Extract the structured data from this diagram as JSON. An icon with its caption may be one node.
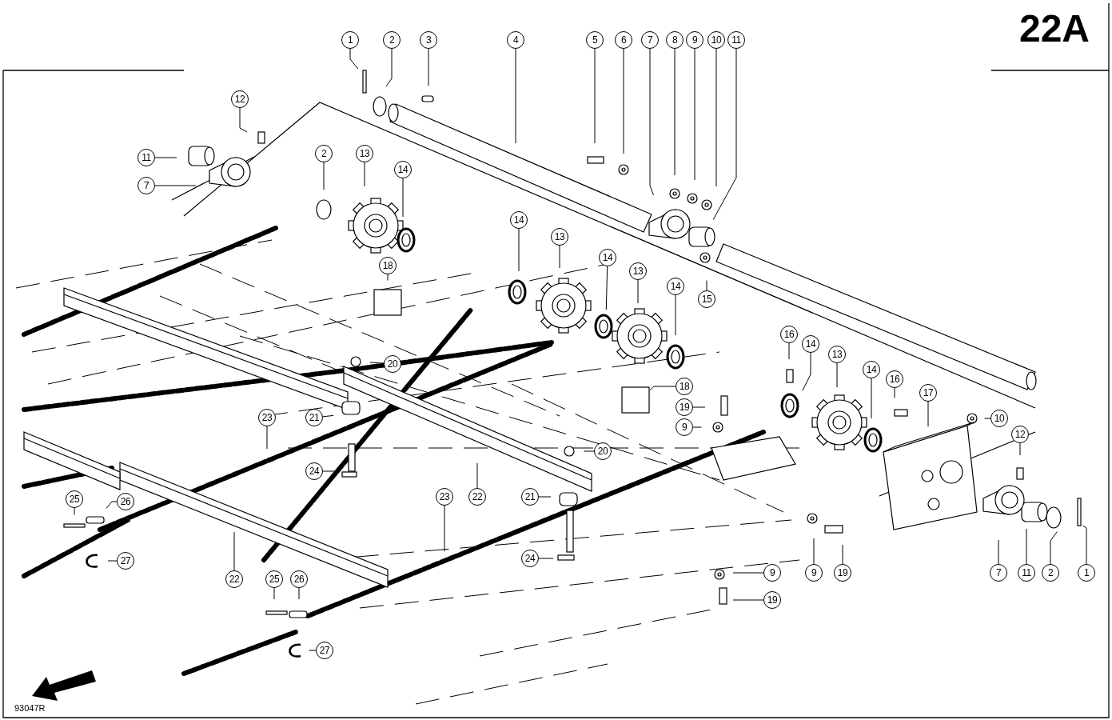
{
  "diagram": {
    "title": "22A",
    "nodes": [
      {
        "text": [
          "1"
        ]
      },
      {
        "text": [
          "2"
        ]
      },
      {
        "text": [
          "3"
        ]
      },
      {
        "text": [
          "4"
        ]
      },
      {
        "text": [
          "5"
        ]
      },
      {
        "text": [
          "6"
        ]
      },
      {
        "text": [
          "7"
        ]
      },
      {
        "text": [
          "8"
        ]
      },
      {
        "text": [
          "9"
        ]
      },
      {
        "text": [
          "10"
        ]
      },
      {
        "text": [
          "11"
        ]
      },
      {
        "text": [
          "12"
        ]
      },
      {
        "text": [
          "11"
        ]
      },
      {
        "text": [
          "7"
        ]
      },
      {
        "text": [
          "2"
        ]
      },
      {
        "text": [
          "13"
        ]
      },
      {
        "text": [
          "14"
        ]
      },
      {
        "text": [
          "18"
        ]
      },
      {
        "text": [
          "14"
        ]
      },
      {
        "text": [
          "13"
        ]
      },
      {
        "text": [
          "14"
        ]
      },
      {
        "text": [
          "13"
        ]
      },
      {
        "text": [
          "14"
        ]
      },
      {
        "text": [
          "15"
        ]
      },
      {
        "text": [
          "16"
        ]
      },
      {
        "text": [
          "14"
        ]
      },
      {
        "text": [
          "13"
        ]
      },
      {
        "text": [
          "14"
        ]
      },
      {
        "text": [
          "16"
        ]
      },
      {
        "text": [
          "17"
        ]
      },
      {
        "text": [
          "10"
        ]
      },
      {
        "text": [
          "12"
        ]
      },
      {
        "text": [
          "18"
        ]
      },
      {
        "text": [
          "20"
        ]
      },
      {
        "text": [
          "19"
        ]
      },
      {
        "text": [
          "9"
        ]
      },
      {
        "text": [
          "21"
        ]
      },
      {
        "text": [
          "23"
        ]
      },
      {
        "text": [
          "24"
        ]
      },
      {
        "text": [
          "20"
        ]
      },
      {
        "text": [
          "25"
        ]
      },
      {
        "text": [
          "26"
        ]
      },
      {
        "text": [
          "21"
        ]
      },
      {
        "text": [
          "22"
        ]
      },
      {
        "text": [
          "23"
        ]
      },
      {
        "text": [
          "27"
        ]
      },
      {
        "text": [
          "24"
        ]
      },
      {
        "text": [
          "22"
        ]
      },
      {
        "text": [
          "25"
        ]
      },
      {
        "text": [
          "26"
        ]
      },
      {
        "text": [
          "27"
        ]
      },
      {
        "text": [
          "9"
        ]
      },
      {
        "text": [
          "9"
        ]
      },
      {
        "text": [
          "19"
        ]
      },
      {
        "text": [
          "7"
        ]
      },
      {
        "text": [
          "11"
        ]
      },
      {
        "text": [
          "2"
        ]
      },
      {
        "text": [
          "1"
        ]
      },
      {
        "text": [
          "19"
        ]
      }
    ],
    "edges": [
      {
        "from": 0,
        "to": null,
        "arrow": "none"
      },
      {
        "from": 1,
        "to": null,
        "arrow": "none"
      },
      {
        "from": 2,
        "to": null,
        "arrow": "none"
      },
      {
        "from": 3,
        "to": null,
        "arrow": "none"
      },
      {
        "from": 4,
        "to": null,
        "arrow": "none"
      },
      {
        "from": 5,
        "to": null,
        "arrow": "none"
      },
      {
        "from": 6,
        "to": null,
        "arrow": "none"
      },
      {
        "from": 7,
        "to": null,
        "arrow": "none"
      },
      {
        "from": 8,
        "to": null,
        "arrow": "none"
      },
      {
        "from": 9,
        "to": null,
        "arrow": "none"
      },
      {
        "from": 10,
        "to": null,
        "arrow": "none"
      },
      {
        "from": 11,
        "to": null,
        "arrow": "none"
      },
      {
        "from": 12,
        "to": null,
        "arrow": "none"
      },
      {
        "from": 13,
        "to": null,
        "arrow": "none"
      },
      {
        "from": 14,
        "to": null,
        "arrow": "none"
      },
      {
        "from": 15,
        "to": null,
        "arrow": "none"
      },
      {
        "from": 16,
        "to": null,
        "arrow": "none"
      },
      {
        "from": 17,
        "to": null,
        "arrow": "none"
      },
      {
        "from": 18,
        "to": null,
        "arrow": "none"
      },
      {
        "from": 19,
        "to": null,
        "arrow": "none"
      },
      {
        "from": 20,
        "to": null,
        "arrow": "none"
      },
      {
        "from": 21,
        "to": null,
        "arrow": "none"
      },
      {
        "from": 22,
        "to": null,
        "arrow": "none"
      },
      {
        "from": 23,
        "to": null,
        "arrow": "none"
      },
      {
        "from": 24,
        "to": null,
        "arrow": "none"
      },
      {
        "from": 25,
        "to": null,
        "arrow": "none"
      },
      {
        "from": 26,
        "to": null,
        "arrow": "none"
      },
      {
        "from": 27,
        "to": null,
        "arrow": "none"
      },
      {
        "from": 28,
        "to": null,
        "arrow": "none"
      },
      {
        "from": 29,
        "to": null,
        "arrow": "none"
      },
      {
        "from": 30,
        "to": null,
        "arrow": "none"
      },
      {
        "from": 31,
        "to": null,
        "arrow": "none"
      },
      {
        "from": 32,
        "to": null,
        "arrow": "none"
      },
      {
        "from": 33,
        "to": null,
        "arrow": "none"
      },
      {
        "from": 34,
        "to": null,
        "arrow": "none"
      },
      {
        "from": 35,
        "to": null,
        "arrow": "none"
      },
      {
        "from": 36,
        "to": null,
        "arrow": "none"
      },
      {
        "from": 37,
        "to": null,
        "arrow": "none"
      },
      {
        "from": 38,
        "to": null,
        "arrow": "none"
      },
      {
        "from": 39,
        "to": null,
        "arrow": "none"
      },
      {
        "from": 40,
        "to": null,
        "arrow": "none"
      },
      {
        "from": 41,
        "to": null,
        "arrow": "none"
      },
      {
        "from": 42,
        "to": null,
        "arrow": "none"
      },
      {
        "from": 43,
        "to": null,
        "arrow": "none"
      },
      {
        "from": 44,
        "to": null,
        "arrow": "none"
      },
      {
        "from": 45,
        "to": null,
        "arrow": "none"
      },
      {
        "from": 46,
        "to": null,
        "arrow": "none"
      },
      {
        "from": 47,
        "to": null,
        "arrow": "none"
      },
      {
        "from": 48,
        "to": null,
        "arrow": "none"
      },
      {
        "from": 49,
        "to": null,
        "arrow": "none"
      },
      {
        "from": 50,
        "to": null,
        "arrow": "none"
      },
      {
        "from": 51,
        "to": null,
        "arrow": "none"
      },
      {
        "from": 52,
        "to": null,
        "arrow": "none"
      },
      {
        "from": 53,
        "to": null,
        "arrow": "none"
      },
      {
        "from": 54,
        "to": null,
        "arrow": "none"
      },
      {
        "from": 55,
        "to": null,
        "arrow": "none"
      },
      {
        "from": 56,
        "to": null,
        "arrow": "none"
      },
      {
        "from": 57,
        "to": null,
        "arrow": "none"
      },
      {
        "from": 58,
        "to": null,
        "arrow": "none"
      }
    ],
    "labels": [
      "93047R"
    ]
  }
}
